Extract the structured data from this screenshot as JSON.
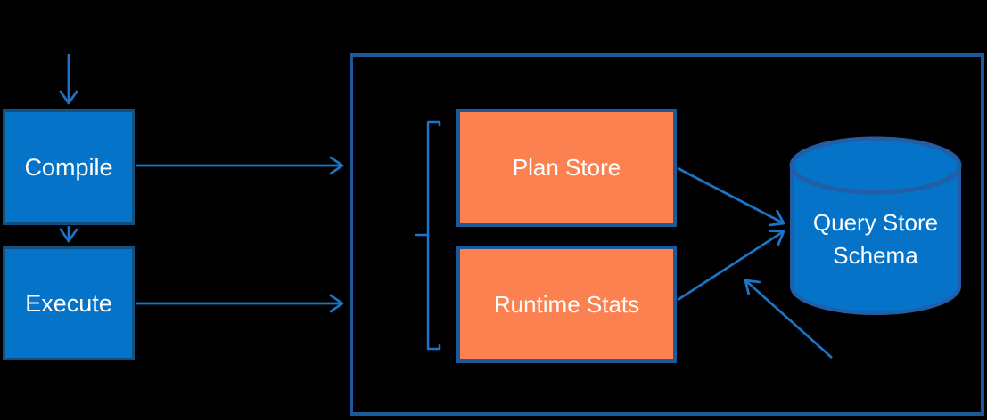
{
  "diagram": {
    "description": "Query Store data flow diagram",
    "nodes": {
      "compile": {
        "label": "Compile"
      },
      "execute": {
        "label": "Execute"
      },
      "plan_store": {
        "label": "Plan Store"
      },
      "runtime_stats": {
        "label": "Runtime Stats"
      },
      "query_store_schema": {
        "label": "Query Store Schema"
      }
    },
    "edges": [
      {
        "name": "arrow-into-compile",
        "from": "top",
        "to": "compile"
      },
      {
        "name": "arrow-compile-to-container",
        "from": "compile",
        "to": "query-store-container"
      },
      {
        "name": "arrow-compile-to-execute",
        "from": "compile",
        "to": "execute"
      },
      {
        "name": "arrow-execute-to-container",
        "from": "execute",
        "to": "query-store-container"
      },
      {
        "name": "arrow-plan-store-to-schema",
        "from": "plan_store",
        "to": "query_store_schema"
      },
      {
        "name": "arrow-runtime-stats-to-schema",
        "from": "runtime_stats",
        "to": "query_store_schema"
      },
      {
        "name": "arrow-async-to-schema",
        "from": "bottom-right",
        "to": "query_store_schema"
      }
    ]
  },
  "colors": {
    "background": "#000000",
    "node_fill_blue": "#0473C8",
    "node_border_blue": "#11507F",
    "node_fill_orange": "#FC8150",
    "node_border_orange": "#1A5A9B",
    "container_border": "#1A5A9B",
    "cylinder_fill": "#0473C8",
    "cylinder_border": "#215EA6",
    "arrow": "#1C74C9",
    "text": "#FFFFFF"
  }
}
